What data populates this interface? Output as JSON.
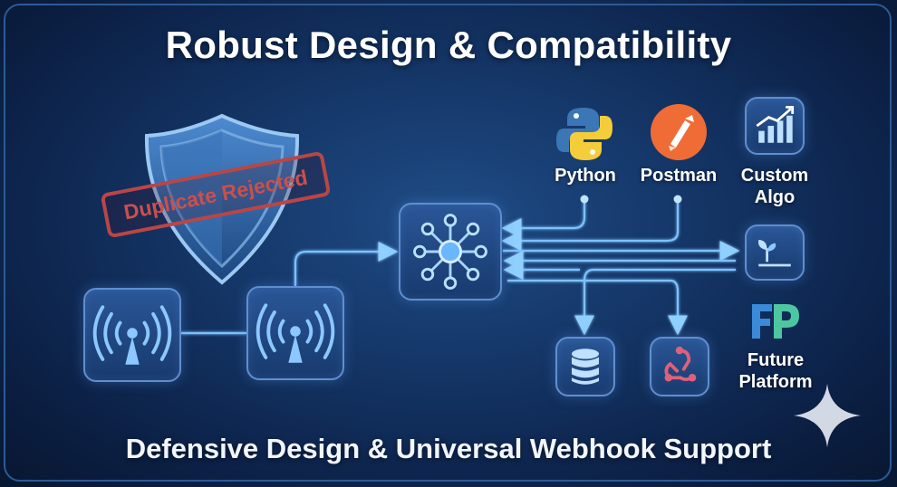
{
  "title": "Robust Design & Compatibility",
  "subtitle": "Defensive Design & Universal Webhook Support",
  "stamp": "Duplicate Rejected",
  "integrations": {
    "python": "Python",
    "postman": "Postman",
    "custom_algo": "Custom Algo",
    "future_platform": "Future Platform"
  },
  "colors": {
    "accent": "#6fb8ff",
    "stamp": "#c9504e",
    "postman": "#ef6c37",
    "python_blue": "#3b77b7",
    "python_yellow": "#f5cd3a"
  }
}
